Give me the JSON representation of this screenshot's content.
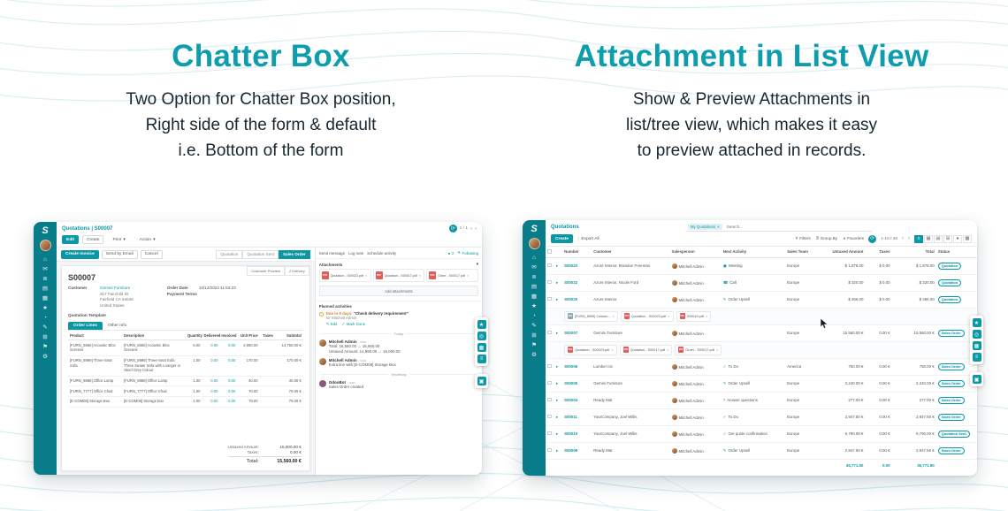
{
  "headers": {
    "left": {
      "title": "Chatter Box",
      "subtitle": [
        {
          "text": "Two Option for Chatter Box position,"
        },
        {
          "text": "Right side of the form & default"
        },
        {
          "text": "i.e. Bottom of the form"
        }
      ]
    },
    "right": {
      "title": "Attachment in List View",
      "subtitle": [
        {
          "text": "Show & Preview Attachments in"
        },
        {
          "text": "list/tree view, which makes it easy"
        },
        {
          "text": "to preview attached in records."
        }
      ]
    }
  },
  "icons": {
    "gear": "⟳",
    "prev": "‹",
    "next": "›",
    "caret_down": "▾",
    "plane": "✈",
    "person": "●",
    "pencil": "✎",
    "check": "✓",
    "plus": "+",
    "export": "↑",
    "filter": "▼",
    "group_by": "≣",
    "favorite": "★"
  },
  "sidebar": {
    "logo": "S",
    "icons": [
      {
        "glyph": "⌂"
      },
      {
        "glyph": "✉"
      },
      {
        "glyph": "≣"
      },
      {
        "glyph": "▤"
      },
      {
        "glyph": "▦"
      },
      {
        "glyph": "★"
      },
      {
        "glyph": "◔"
      },
      {
        "glyph": "✎"
      },
      {
        "glyph": "⊞"
      },
      {
        "glyph": "⚑"
      },
      {
        "glyph": "⚙"
      }
    ]
  },
  "float_tools": [
    {
      "glyph": "★"
    },
    {
      "glyph": "◎"
    },
    {
      "glyph": "▦"
    },
    {
      "glyph": "≡"
    }
  ],
  "float_single": {
    "glyph": "▣"
  },
  "view_switcher": [
    {
      "glyph": "≡"
    },
    {
      "glyph": "▦"
    },
    {
      "glyph": "▤"
    },
    {
      "glyph": "⊞"
    },
    {
      "glyph": "●"
    },
    {
      "glyph": "▩"
    }
  ],
  "form_app": {
    "breadcrumb": "Quotations | S00007",
    "pager": "1 / 1",
    "toolbar": {
      "edit": "Edit",
      "create": "Create",
      "print": "Print",
      "action": "Action"
    },
    "buttons": {
      "create_invoice": "Create Invoice",
      "send_by_email": "Send by Email",
      "cancel": "Cancel"
    },
    "statusbar": [
      {
        "label": "Quotation"
      },
      {
        "label": "Quotation Sent"
      },
      {
        "label": "Sales Order"
      }
    ],
    "smart_buttons": [
      {
        "label": "Customer Preview"
      },
      {
        "label": "2 Delivery"
      }
    ],
    "record": {
      "name": "S00007",
      "customer_label": "Customer",
      "customer_name": "Gemini Furniture",
      "address_lines": [
        {
          "text": "317 Fairchild Dr"
        },
        {
          "text": "Fairfield CA 94535"
        },
        {
          "text": "United States"
        }
      ],
      "order_date_label": "Order Date",
      "order_date": "10/12/2022 11:53:23",
      "payment_terms_label": "Payment Terms",
      "payment_terms": "",
      "quotation_template_label": "Quotation Template"
    },
    "tabs": [
      {
        "label": "Order Lines"
      },
      {
        "label": "Other Info"
      }
    ],
    "table": {
      "columns": [
        "Product",
        "Description",
        "Quantity",
        "Delivered",
        "Invoiced",
        "Unit Price",
        "Taxes",
        "Subtotal"
      ],
      "rows": [
        {
          "product": "[FURN_6666] Acoustic Bloc Screens",
          "description": "[FURN_6666] Acoustic Bloc Screens",
          "quantity": "5.00",
          "delivered": "0.00",
          "invoiced": "0.00",
          "unit_price": "2,950.00",
          "taxes": "",
          "subtotal": "14,750.00 €"
        },
        {
          "product": "[FURN_8999] Three-Seat Sofa",
          "description": "[FURN_8999] Three-Seat Sofa Three Seater Sofa with Lounger in Steel Grey Colour",
          "quantity": "1.00",
          "delivered": "0.00",
          "invoiced": "0.00",
          "unit_price": "170.00",
          "taxes": "",
          "subtotal": "170.00 €"
        },
        {
          "product": "[FURN_8888] Office Lamp",
          "description": "[FURN_8888] Office Lamp",
          "quantity": "1.00",
          "delivered": "0.00",
          "invoiced": "0.00",
          "unit_price": "40.00",
          "taxes": "",
          "subtotal": "40.00 €"
        },
        {
          "product": "[FURN_7777] Office Chair",
          "description": "[FURN_7777] Office Chair",
          "quantity": "1.00",
          "delivered": "0.00",
          "invoiced": "0.00",
          "unit_price": "70.00",
          "taxes": "",
          "subtotal": "70.00 €"
        },
        {
          "product": "[E-COM08] Storage Box",
          "description": "[E-COM08] Storage Box",
          "quantity": "1.00",
          "delivered": "0.00",
          "invoiced": "0.00",
          "unit_price": "79.00",
          "taxes": "",
          "subtotal": "79.00 €"
        }
      ]
    },
    "totals": {
      "untaxed_label": "Untaxed Amount:",
      "untaxed": "15,000.00 €",
      "taxes_label": "Taxes:",
      "taxes": "0.00 €",
      "total_label": "Total:",
      "total": "15,560.00 €"
    },
    "chatter": {
      "send_message": "Send message",
      "log_note": "Log note",
      "schedule_activity": "Schedule activity",
      "follower_count": "2",
      "following": "Following",
      "attachments_label": "Attachments",
      "attachments": [
        {
          "name": "Quotation - S00023.pdf",
          "badge": "PDF"
        },
        {
          "name": "Quotation - S00017.pdf",
          "badge": "PDF"
        },
        {
          "name": "Order - S00017.pdf",
          "badge": "PDF"
        }
      ],
      "add_attachments": "Add attachments",
      "planned_activities_label": "Planned activities",
      "activity": {
        "due": "Due in 6 days:",
        "summary": "“Check delivery requirement”",
        "assignee": "for Mitchell Admin",
        "edit": "Edit",
        "mark_done": "Mark Done"
      },
      "divider_today": "Today",
      "messages": [
        {
          "author": "Mitchell Admin",
          "time": "- now",
          "line1": "Total: 16,560.00 → 15,560.00",
          "line2": "Untaxed Amount: 14,950.00 → 15,000.00"
        },
        {
          "author": "Mitchell Admin",
          "time": "- now",
          "line1": "Extra line with [E-COM08] Storage Box",
          "line2": ""
        }
      ],
      "divider_yesterday": "Yesterday",
      "bot_message": {
        "author": "OdooBot",
        "time": "- now",
        "line1": "Sales Order created"
      }
    }
  },
  "list_app": {
    "breadcrumb": "Quotations",
    "search": {
      "facet": "My Quotations",
      "placeholder": "Search..."
    },
    "toolbar": {
      "create": "Create",
      "export_all": "Export All"
    },
    "filters_menu": {
      "filters": "Filters",
      "group_by": "Group By",
      "favorites": "Favorites"
    },
    "pager": "1-10 / 46",
    "columns": [
      "Number",
      "Customer",
      "Salesperson",
      "Next Activity",
      "Sales Team",
      "Untaxed Amount",
      "Taxes",
      "Total",
      "Status"
    ],
    "rows_top": [
      {
        "number": "S00023",
        "customer": "Azure Interior, Brandon Freeman",
        "salesperson": "Mitchell Admin",
        "activity_icon": "▣",
        "activity": "Meeting",
        "team": "Europe",
        "untaxed": "$ 1,878.00",
        "taxes": "$ 0.00",
        "total": "$ 1,878.00",
        "status": "Quotation"
      },
      {
        "number": "S00022",
        "customer": "Azure Interior, Nicole Ford",
        "salesperson": "Mitchell Admin",
        "activity_icon": "☎",
        "activity": "Call",
        "team": "Europe",
        "untaxed": "$ 320.00",
        "taxes": "$ 0.00",
        "total": "$ 320.00",
        "status": "Quotation"
      },
      {
        "number": "S00020",
        "customer": "Azure Interior",
        "salesperson": "Mitchell Admin",
        "activity_icon": "✎",
        "activity": "Order Upsell",
        "team": "Europe",
        "untaxed": "$ 366.00",
        "taxes": "$ 0.00",
        "total": "$ 366.00",
        "status": "Quotation"
      }
    ],
    "attachment_row_1": [
      {
        "badge": "IMG",
        "kind": "img",
        "name": "[FURN_8999] Custom..."
      },
      {
        "badge": "PDF",
        "kind": "pdf",
        "name": "Quotation - S00023.pdf"
      },
      {
        "badge": "PDF",
        "kind": "pdf",
        "name": "S00019.pdf"
      }
    ],
    "featured_row": {
      "number": "S00007",
      "customer": "Gemini Furniture",
      "salesperson": "Mitchell Admin",
      "activity": "",
      "team": "Europe",
      "untaxed": "15,560.00 €",
      "taxes": "0.00 €",
      "total": "15,560.00 €",
      "status": "Sales Order"
    },
    "attachment_row_2": [
      {
        "badge": "PDF",
        "kind": "pdf",
        "name": "Quotation - S00023.pdf"
      },
      {
        "badge": "PDF",
        "kind": "pdf",
        "name": "Quotation - S00017.pdf"
      },
      {
        "badge": "PDF",
        "kind": "pdf",
        "name": "Order - S00017.pdf"
      }
    ],
    "rows_bottom": [
      {
        "number": "S00006",
        "customer": "Lumber Inc",
        "salesperson": "Mitchell Admin",
        "activity_icon": "✓",
        "activity": "To Do",
        "team": "America",
        "untaxed": "750.00 €",
        "taxes": "0.00 €",
        "total": "750.00 €",
        "status": "Sales Order"
      },
      {
        "number": "S00005",
        "customer": "Gemini Furniture",
        "salesperson": "Mitchell Admin",
        "activity_icon": "✎",
        "activity": "Order Upsell",
        "team": "Europe",
        "untaxed": "2,240.00 €",
        "taxes": "0.00 €",
        "total": "2,240.00 €",
        "status": "Sales Order"
      },
      {
        "number": "S00004",
        "customer": "Ready Mat",
        "salesperson": "Mitchell Admin",
        "activity_icon": "?",
        "activity": "Answer questions",
        "team": "Europe",
        "untaxed": "277.00 €",
        "taxes": "0.00 €",
        "total": "277.00 €",
        "status": "Sales Order"
      },
      {
        "number": "S00011",
        "customer": "YourCompany, Joel Willis",
        "salesperson": "Mitchell Admin",
        "activity_icon": "✓",
        "activity": "To Do",
        "team": "Europe",
        "untaxed": "2,947.50 €",
        "taxes": "0.00 €",
        "total": "2,947.50 €",
        "status": "Sales Order"
      },
      {
        "number": "S00010",
        "customer": "YourCompany, Joel Willis",
        "salesperson": "Mitchell Admin",
        "activity_icon": "✓",
        "activity": "Get quote confirmation",
        "team": "Europe",
        "untaxed": "9,790.00 €",
        "taxes": "0.00 €",
        "total": "9,790.00 €",
        "status": "Quotation Sent"
      },
      {
        "number": "S00009",
        "customer": "Ready Mat",
        "salesperson": "Mitchell Admin",
        "activity_icon": "✎",
        "activity": "Order Upsell",
        "team": "Europe",
        "untaxed": "2,947.50 €",
        "taxes": "0.00 €",
        "total": "2,947.50 €",
        "status": "Sales Order"
      }
    ],
    "footer_totals": {
      "untaxed": "36,771.50",
      "taxes": "0.00",
      "total": "36,771.50"
    }
  }
}
